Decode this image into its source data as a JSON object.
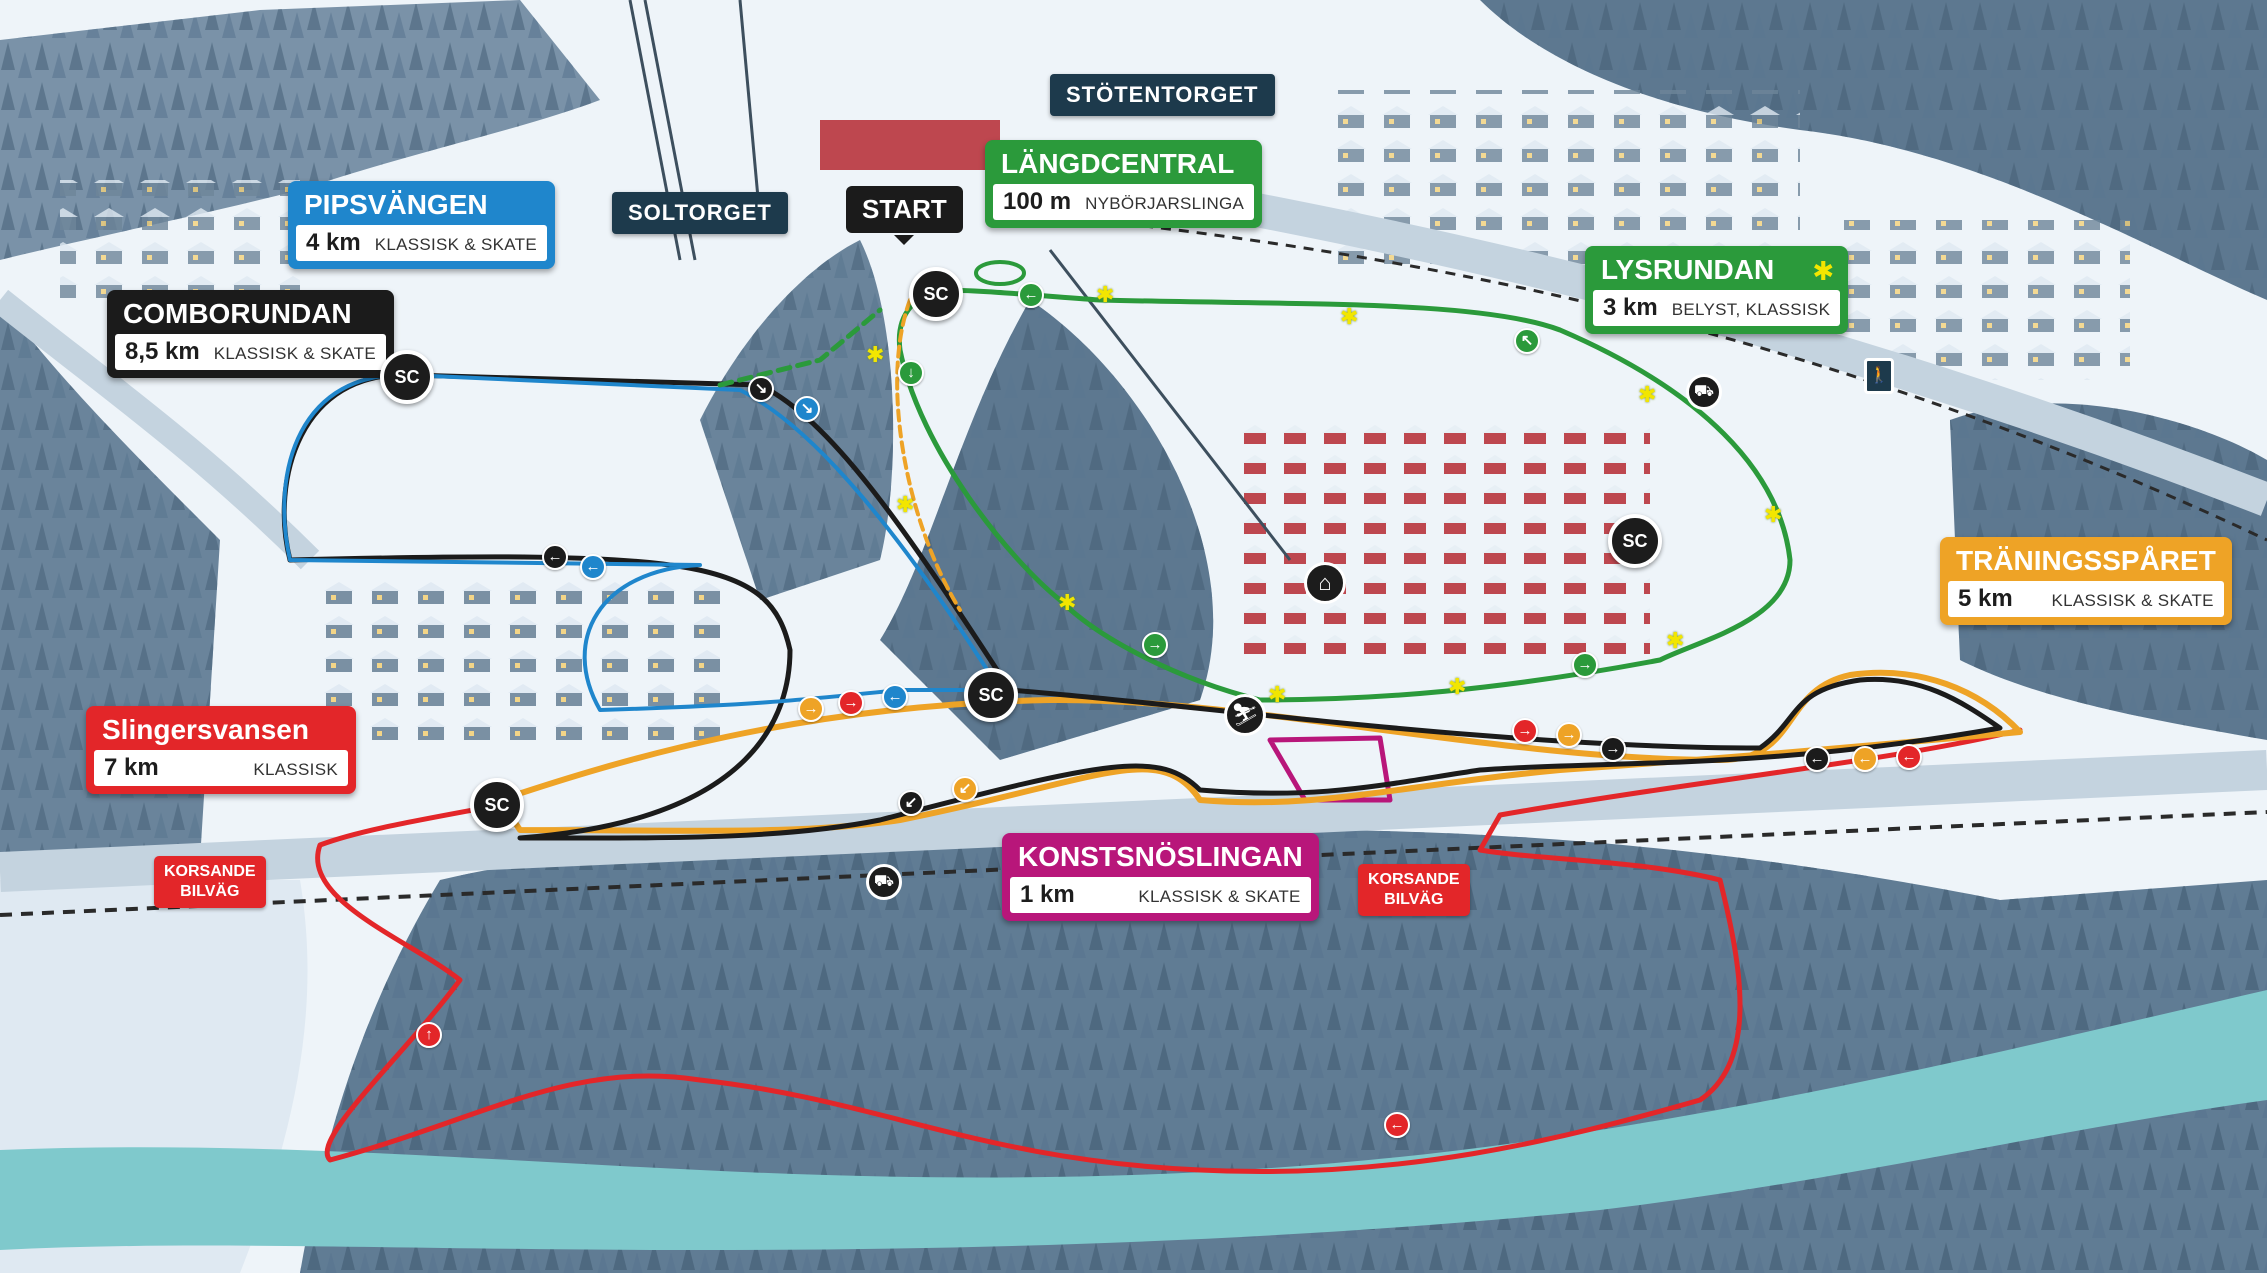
{
  "colors": {
    "pipsvangen": "#1f86cc",
    "comborundan": "#1b1b1b",
    "langdcentral": "#2b9a3b",
    "lysrundan": "#2b9a3b",
    "traningssparet": "#eea326",
    "slingersvansen": "#e32629",
    "konstsnoslingan": "#b8167a",
    "place_label": "#1d3a4c",
    "river": "#7fc9cc",
    "forest": "#4f6b82"
  },
  "places": {
    "stotentorget": "STÖTENTORGET",
    "soltorget": "SOLTORGET",
    "start": "START"
  },
  "trails": {
    "pipsvangen": {
      "name": "PIPSVÄNGEN",
      "distance": "4 km",
      "style": "KLASSISK & SKATE"
    },
    "comborundan": {
      "name": "COMBORUNDAN",
      "distance": "8,5 km",
      "style": "KLASSISK & SKATE"
    },
    "langdcentral": {
      "name": "LÄNGDCENTRAL",
      "distance": "100 m",
      "style": "NYBÖRJARSLINGA"
    },
    "lysrundan": {
      "name": "LYSRUNDAN",
      "distance": "3 km",
      "style": "BELYST, KLASSISK"
    },
    "traningssparet": {
      "name": "TRÄNINGSSPÅRET",
      "distance": "5 km",
      "style": "KLASSISK & SKATE"
    },
    "slingersvansen": {
      "name": "Slingersvansen",
      "distance": "7 km",
      "style": "KLASSISK"
    },
    "konstsnoslingan": {
      "name": "KONSTSNÖSLINGAN",
      "distance": "1 km",
      "style": "KLASSISK & SKATE"
    }
  },
  "warnings": {
    "left": {
      "line1": "KORSANDE",
      "line2": "BILVÄG"
    },
    "right": {
      "line1": "KORSANDE",
      "line2": "BILVÄG"
    }
  },
  "markers": {
    "sc": "SC",
    "icons": [
      "snowmobile-icon",
      "skier-icon",
      "shelter-icon",
      "pedestrian-icon",
      "snowflake-icon",
      "direction-arrow-icon"
    ]
  }
}
